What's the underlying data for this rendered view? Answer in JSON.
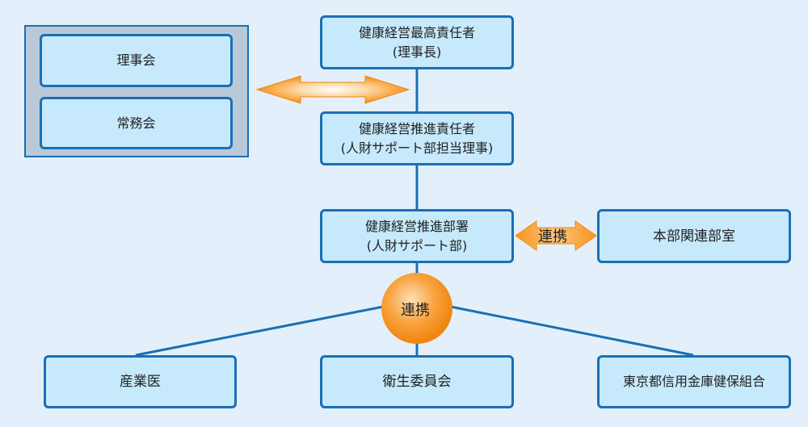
{
  "board": {
    "items": [
      "理事会",
      "常務会"
    ]
  },
  "top": {
    "title": "健康経営最高責任者",
    "sub": "(理事長)"
  },
  "promoter": {
    "title": "健康経営推進責任者",
    "sub": "(人財サポート部担当理事)"
  },
  "department": {
    "title": "健康経営推進部署",
    "sub": "(人財サポート部)"
  },
  "related": {
    "title": "本部関連部室"
  },
  "links": {
    "side_label": "連携",
    "hub_label": "連携"
  },
  "bottom": {
    "items": [
      "産業医",
      "衛生委員会",
      "東京都信用金庫健保組合"
    ]
  },
  "colors": {
    "background": "#e3f0fb",
    "box_fill": "#c6e9fb",
    "box_border": "#1a6fb5",
    "panel_fill": "#b9c9d7",
    "arrow_orange": "#f7941d",
    "arrow_light": "#fde3c0"
  }
}
